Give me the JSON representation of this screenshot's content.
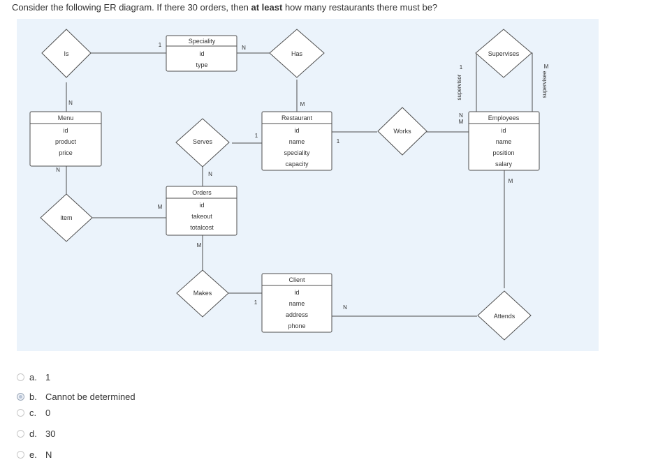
{
  "question": {
    "before": "Consider the following ER diagram. If there 30 orders, then ",
    "bold": "at least",
    "after": " how many restaurants there must be?"
  },
  "diagram": {
    "entities": {
      "speciality": {
        "title": "Speciality",
        "attrs": [
          "id",
          "type"
        ]
      },
      "menu": {
        "title": "Menu",
        "attrs": [
          "id",
          "product",
          "price"
        ]
      },
      "restaurant": {
        "title": "Restaurant",
        "attrs": [
          "id",
          "name",
          "speciality",
          "capacity"
        ]
      },
      "employees": {
        "title": "Employees",
        "attrs": [
          "id",
          "name",
          "position",
          "salary"
        ]
      },
      "orders": {
        "title": "Orders",
        "attrs": [
          "id",
          "takeout",
          "totalcost"
        ]
      },
      "client": {
        "title": "Client",
        "attrs": [
          "id",
          "name",
          "address",
          "phone"
        ]
      }
    },
    "relationships": {
      "is": "Is",
      "has": "Has",
      "supervises": "Supervises",
      "serves": "Serves",
      "works": "Works",
      "item": "item",
      "makes": "Makes",
      "attends": "Attends"
    },
    "roles": {
      "supervisor": "supervisor",
      "supervisee": "supervisee"
    },
    "cardinalities": {
      "spec_has_1": "1",
      "has_spec_n": "N",
      "has_rest_m": "M",
      "is_menu_n": "N",
      "menu_item_n": "N",
      "item_orders_m": "M",
      "serves_rest_1": "1",
      "serves_orders_n": "N",
      "rest_works_1": "1",
      "works_emp_m": "M",
      "supervisor_1": "1",
      "supervisor_n": "N",
      "supervisee_m": "M",
      "emp_attends_m": "M",
      "orders_makes_m": "M",
      "makes_client_1": "1",
      "client_attends_n": "N"
    },
    "colors": {
      "background": "#ebf3fb",
      "stroke": "#4d4d4d",
      "box": "#ffffff"
    }
  },
  "options": [
    {
      "letter": "a.",
      "text": "1",
      "selected": false
    },
    {
      "letter": "b.",
      "text": "Cannot be determined",
      "selected": true
    },
    {
      "letter": "c.",
      "text": "0",
      "selected": false
    },
    {
      "letter": "d.",
      "text": "30",
      "selected": false
    },
    {
      "letter": "e.",
      "text": "N",
      "selected": false
    }
  ]
}
